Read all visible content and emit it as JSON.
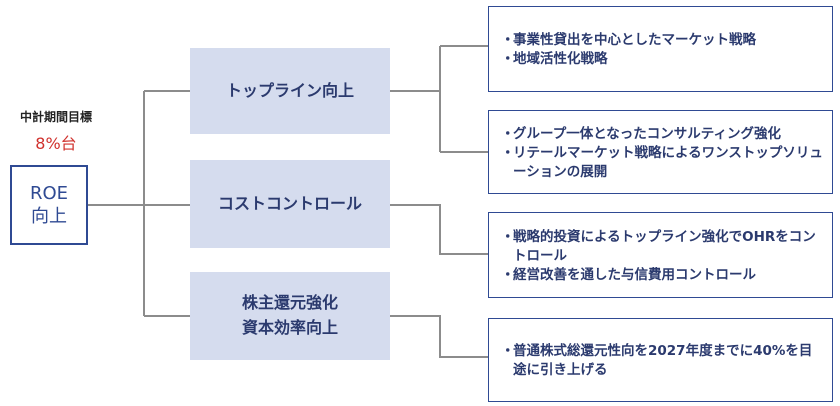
{
  "goal": {
    "label": "中計期間目標",
    "value": "8%台",
    "roe_line1": "ROE",
    "roe_line2": "向上"
  },
  "levers": [
    {
      "lines": [
        "トップライン向上"
      ]
    },
    {
      "lines": [
        "コストコントロール"
      ]
    },
    {
      "lines": [
        "株主還元強化",
        "資本効率向上"
      ]
    }
  ],
  "actions": [
    {
      "items": [
        "事業性貸出を中心としたマーケット戦略",
        "地域活性化戦略"
      ]
    },
    {
      "items": [
        "グループ一体となったコンサルティング強化",
        "リテールマーケット戦略によるワンストップソリューションの展開"
      ]
    },
    {
      "items": [
        "戦略的投資によるトップライン強化でOHRをコントロール",
        "経営改善を通した与信費用コントロール"
      ]
    },
    {
      "items": [
        "普通株式総還元性向を2027年度までに40%を目途に引き上げる"
      ]
    }
  ],
  "colors": {
    "accent": "#2f4a93",
    "box_fill": "#d5dcee",
    "target": "#d0312d",
    "connector": "#8c8c8c"
  }
}
